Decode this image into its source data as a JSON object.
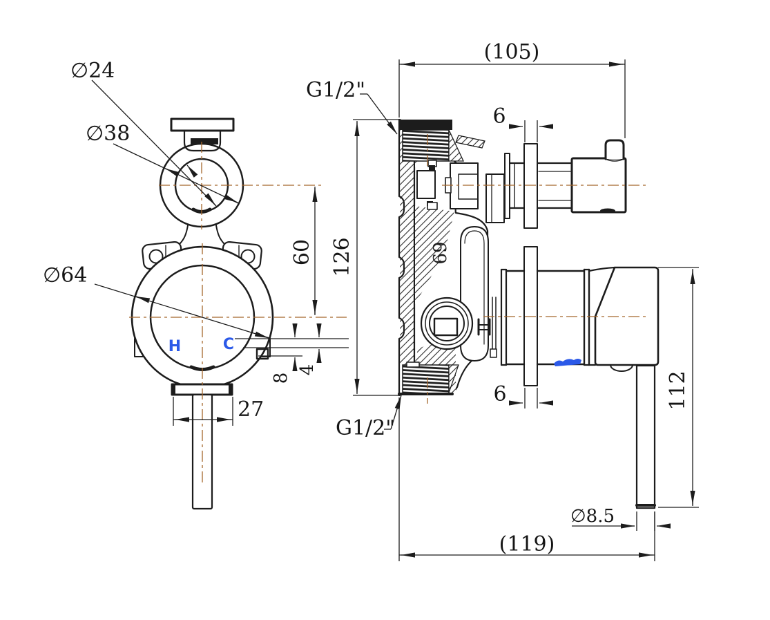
{
  "title": "Shower mixer valve technical drawing",
  "colors": {
    "line": "#1c1c1c",
    "centerline": "#a5662b",
    "accent_blue": "#2b59e8",
    "background": "#ffffff"
  },
  "front_view": {
    "labels": {
      "knob_diameter": "∅24",
      "trim_diameter": "∅38",
      "plate_diameter": "∅64",
      "hot": "H",
      "cold": "C"
    },
    "dims": {
      "centers_height": "60",
      "offset_8": "8",
      "offset_4": "4",
      "base_width": "27"
    }
  },
  "side_view": {
    "labels": {
      "thread_top": "G1/2\"",
      "thread_bottom": "G1/2\"",
      "casting_mark": "69"
    },
    "dims": {
      "overall_width": "(105)",
      "plate_thickness_top": "6",
      "plate_thickness_bottom": "6",
      "body_height": "126",
      "handle_length": "112",
      "lever_diameter": "∅8.5",
      "overall_depth": "(119)"
    }
  }
}
